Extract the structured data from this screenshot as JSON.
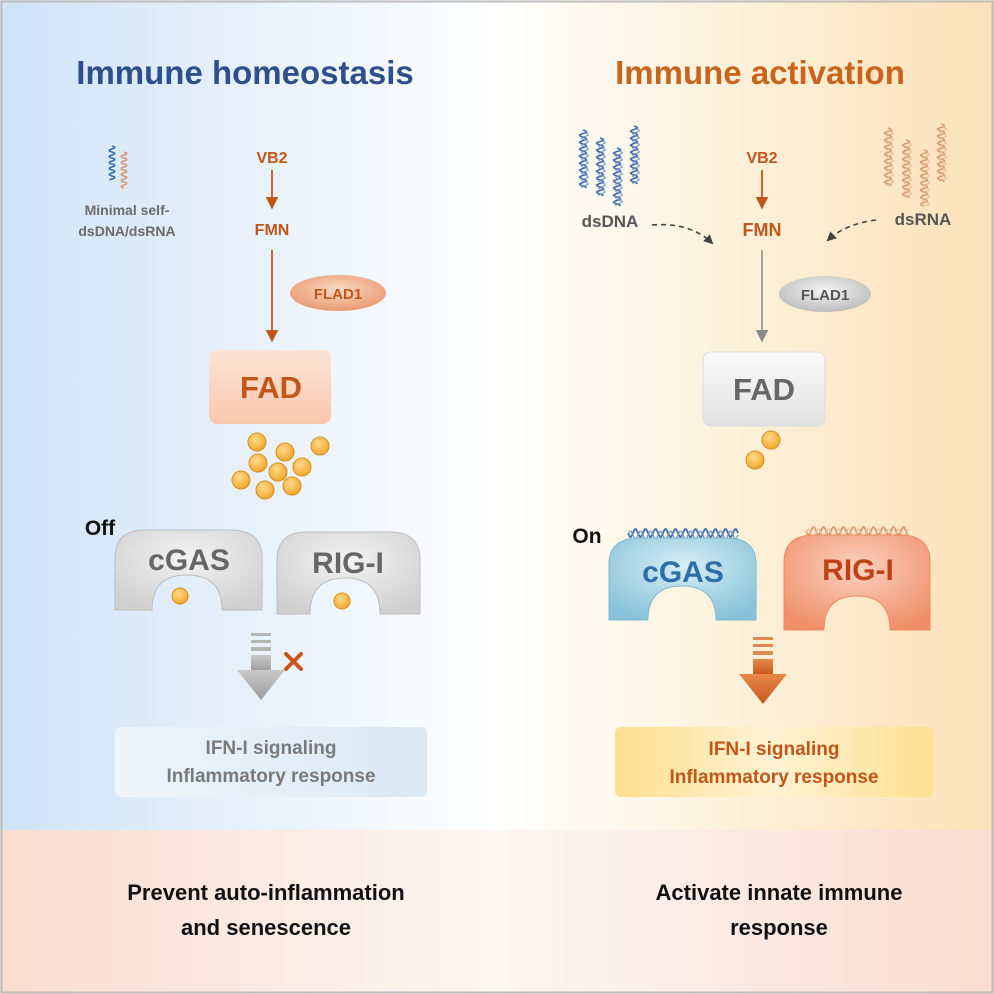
{
  "left": {
    "title": "Immune homeostasis",
    "self_label_line1": "Minimal self-",
    "self_label_line2": "dsDNA/dsRNA",
    "vb2": "VB2",
    "fmn": "FMN",
    "enzyme": "FLAD1",
    "fad": "FAD",
    "state": "Off",
    "sensor1": "cGAS",
    "sensor2": "RIG-I",
    "outcome_line1": "IFN-I signaling",
    "outcome_line2": "Inflammatory response",
    "footer_line1": "Prevent auto-inflammation",
    "footer_line2": "and senescence",
    "fad_particle_count": 9
  },
  "right": {
    "title": "Immune activation",
    "dsdna_label": "dsDNA",
    "dsrna_label": "dsRNA",
    "vb2": "VB2",
    "fmn": "FMN",
    "enzyme": "FLAD1",
    "fad": "FAD",
    "state": "On",
    "sensor1": "cGAS",
    "sensor2": "RIG-I",
    "outcome_line1": "IFN-I signaling",
    "outcome_line2": "Inflammatory response",
    "footer_line1": "Activate innate immune",
    "footer_line2": "response",
    "fad_particle_count": 2
  },
  "colors": {
    "blue_title": "#2e4f8c",
    "orange_title": "#c8641e",
    "orange_text": "#c0561a",
    "grey_text": "#6b6b6b",
    "dna_blue": "#3f6fb0",
    "rna_tan": "#d99b72",
    "particle": "#f6b94a",
    "cgas_active": "#a6d3e3",
    "rigi_active": "#f3a383",
    "inactive_sensor": "#e3e3e3"
  }
}
